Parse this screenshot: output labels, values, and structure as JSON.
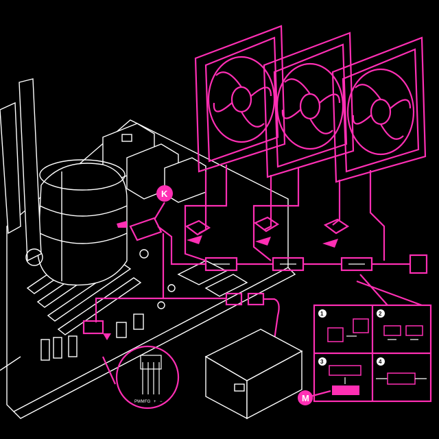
{
  "callouts": {
    "k": "K",
    "m": "M"
  },
  "pin_labels": [
    "PWM",
    "FG",
    "+",
    "−"
  ],
  "steps": [
    "1",
    "2",
    "3",
    "4"
  ],
  "colors": {
    "accent": "#ff2fb4",
    "line": "#ffffff",
    "background": "#000000"
  }
}
